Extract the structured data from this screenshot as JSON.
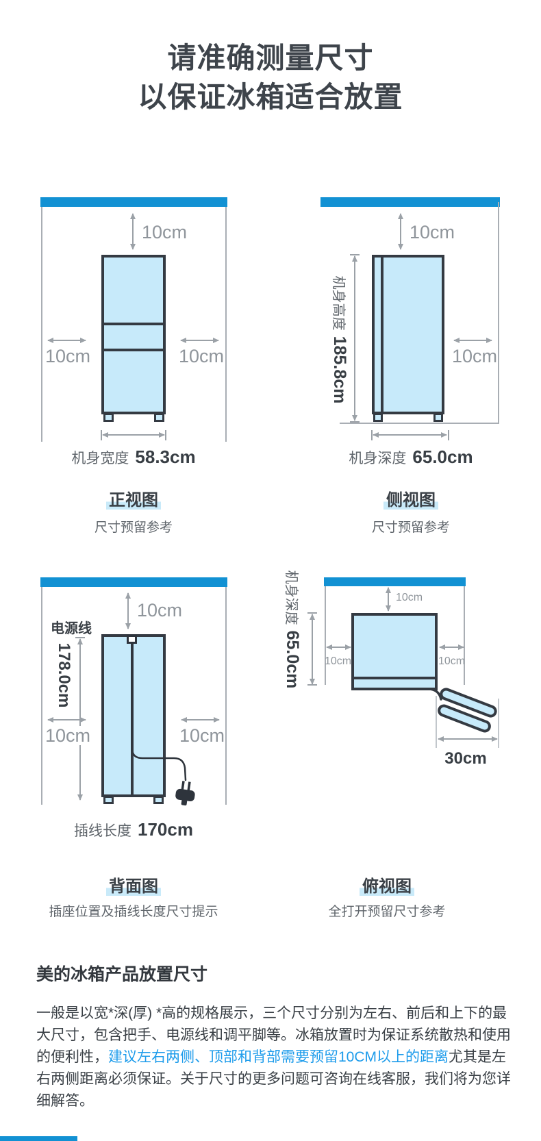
{
  "title": {
    "line1": "请准确测量尺寸",
    "line2": "以保证冰箱适合放置"
  },
  "front": {
    "clearance_top": "10cm",
    "clearance_left": "10cm",
    "clearance_right": "10cm",
    "width_label": "机身宽度",
    "width_value": "58.3cm",
    "caption": "正视图",
    "subcaption": "尺寸预留参考"
  },
  "side": {
    "clearance_top": "10cm",
    "clearance_right": "10cm",
    "height_label": "机身高度",
    "height_value": "185.8cm",
    "depth_label": "机身深度",
    "depth_value": "65.0cm",
    "caption": "侧视图",
    "subcaption": "尺寸预留参考"
  },
  "back": {
    "clearance_top": "10cm",
    "clearance_left": "10cm",
    "clearance_right": "10cm",
    "cord_label": "电源线",
    "cord_height_value": "178.0cm",
    "length_label": "插线长度",
    "length_value": "170cm",
    "caption": "背面图",
    "subcaption": "插座位置及插线长度尺寸提示"
  },
  "top": {
    "clearance_top": "10cm",
    "clearance_left": "10cm",
    "clearance_right": "10cm",
    "depth_label": "机身深度",
    "depth_value": "65.0cm",
    "door_open_value": "30cm",
    "caption": "俯视图",
    "subcaption": "全打开预留尺寸参考"
  },
  "footer": {
    "heading": "美的冰箱产品放置尺寸",
    "paragraph_part1": "一般是以宽*深(厚) *高的规格展示，三个尺寸分别为左右、前后和上下的最大尺寸，包含把手、电源线和调平脚等。冰箱放置时为保证系统散热和使用的便利性，",
    "paragraph_highlight": "建议左右两侧、顶部和背部需要预留10CM以上的距离",
    "paragraph_part2": "尤其是左右两侧距离必须保证。关于尺寸的更多问题可咨询在线客服，我们将为您详细解答。"
  },
  "colors": {
    "accent_blue": "#1291D3",
    "fridge_fill": "#C7EAFA",
    "outline_dark": "#343A42",
    "arrow_gray": "#9BA1A7",
    "label_gray": "#8F959B",
    "highlight_text_blue": "#1E9CEB",
    "caption_highlight": "#C9EAF9"
  }
}
